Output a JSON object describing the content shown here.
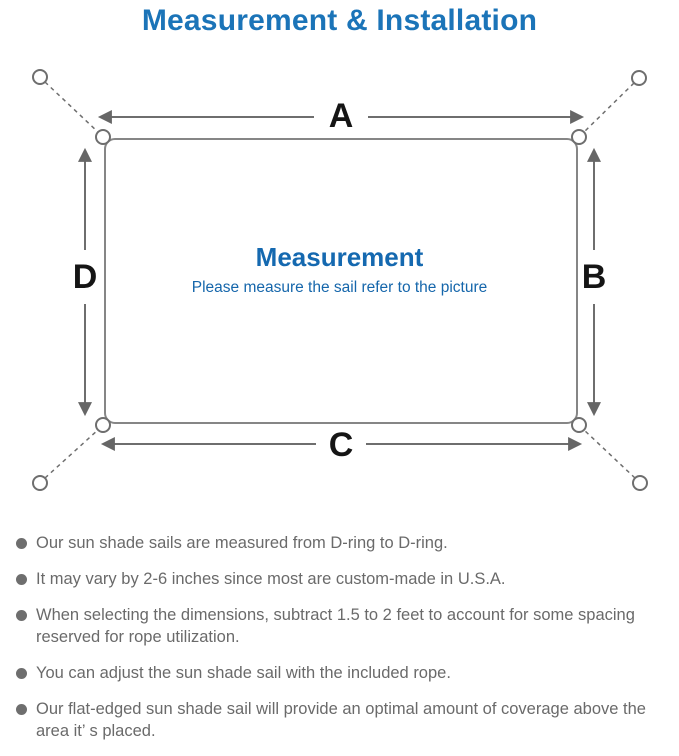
{
  "header": {
    "title": "Measurement & Installation",
    "title_color": "#1b74b8"
  },
  "diagram": {
    "labels": {
      "a": "A",
      "b": "B",
      "c": "C",
      "d": "D"
    },
    "center": {
      "heading": "Measurement",
      "subtitle": "Please measure the sail refer to the picture"
    },
    "colors": {
      "line_gray": "#6e6e6e",
      "outline_gray": "#868686",
      "arrowhead_gray": "#666666",
      "label_black": "#151515",
      "heading_blue": "#1569b0",
      "subtitle_blue": "#1566ab"
    }
  },
  "notes": {
    "items": [
      {
        "text": "Our sun shade sails are measured from D-ring to D-ring."
      },
      {
        "text": "It may vary by 2-6 inches since most are custom-made in U.S.A."
      },
      {
        "text": "When selecting the dimensions, subtract 1.5 to 2 feet to account for some spacing reserved for rope utilization."
      },
      {
        "text": "You can adjust the sun shade sail with the included rope."
      },
      {
        "text": "Our flat-edged sun shade sail will provide an optimal amount of coverage above the area it’ s placed."
      }
    ],
    "text_color": "#6a6a6a"
  }
}
